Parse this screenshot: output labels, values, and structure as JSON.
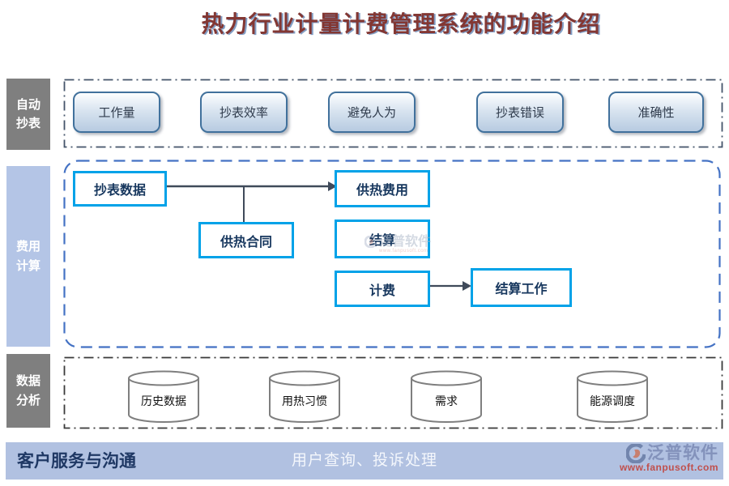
{
  "title": "热力行业计量计费管理系统的功能介绍",
  "sidebar": {
    "items": [
      {
        "id": "auto-reading",
        "line1": "自动",
        "line2": "抄表"
      },
      {
        "id": "fee-calc",
        "line1": "费用",
        "line2": "计算"
      },
      {
        "id": "data-analysis",
        "line1": "数据",
        "line2": "分析"
      }
    ]
  },
  "auto_reading": {
    "buttons": [
      "工作量",
      "抄表效率",
      "避免人为",
      "抄表错误",
      "准确性"
    ]
  },
  "fee_calc": {
    "nodes": {
      "meter_data": "抄表数据",
      "heating_fee": "供热费用",
      "heating_contract": "供热合同",
      "settlement": "结算",
      "billing": "计费",
      "settlement_work": "结算工作"
    }
  },
  "data_analysis": {
    "cylinders": [
      "历史数据",
      "用热习惯",
      "需求",
      "能源调度"
    ]
  },
  "footer": {
    "left": "客户服务与沟通",
    "center": "用户查询、投诉处理"
  },
  "brand": {
    "name": "泛普软件",
    "url": "www.fanpusoft.com"
  },
  "watermark": {
    "name": "泛普软件",
    "sub": "www.fanpusoft.com"
  },
  "colors": {
    "accent_cyan": "#00a2e8",
    "accent_blue": "#4472c4",
    "sidebar_gray": "#7f7f7f",
    "periwinkle": "#b4c5e6",
    "footer_bar": "#b1c1e1",
    "title_red": "#833733",
    "navy": "#17375e",
    "brand_red": "#c0504d"
  }
}
